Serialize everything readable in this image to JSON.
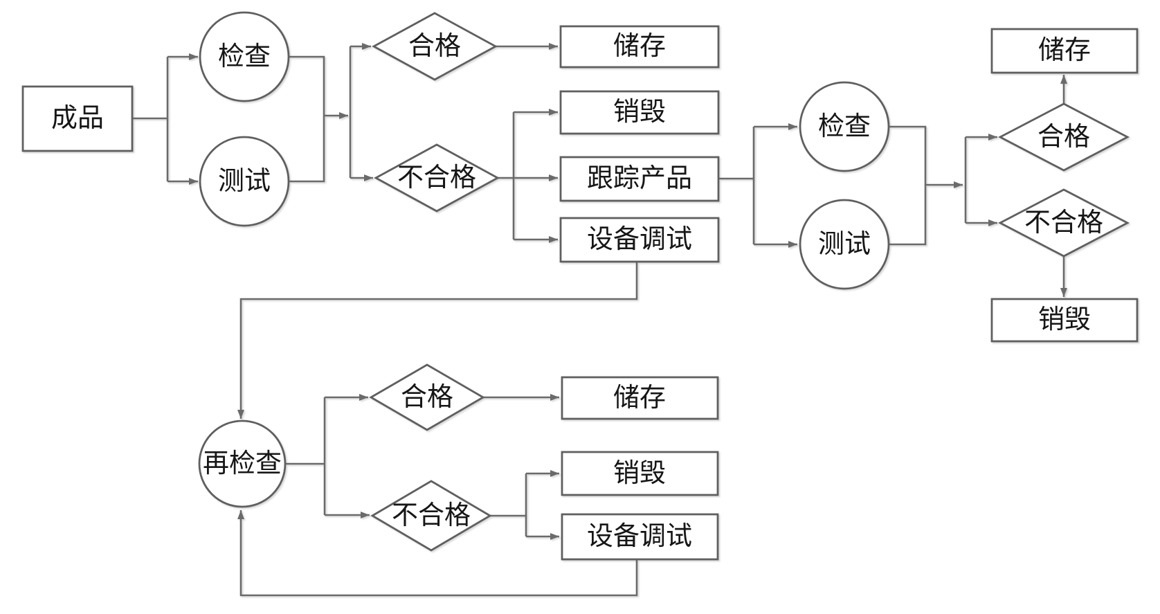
{
  "colors": {
    "background": "#ffffff",
    "line": "#6a6a6a",
    "shape_border": "#5f5f5f",
    "shape_fill": "#ffffff",
    "text": "#161616"
  },
  "nodes": {
    "start": {
      "label": "成品",
      "shape": "rectangle"
    },
    "inspect1": {
      "label": "检查",
      "shape": "circle"
    },
    "test1": {
      "label": "测试",
      "shape": "circle"
    },
    "pass1": {
      "label": "合格",
      "shape": "diamond"
    },
    "store1": {
      "label": "储存",
      "shape": "rectangle"
    },
    "fail1": {
      "label": "不合格",
      "shape": "diamond"
    },
    "destroy1": {
      "label": "销毁",
      "shape": "rectangle"
    },
    "track1": {
      "label": "跟踪产品",
      "shape": "rectangle"
    },
    "debug1": {
      "label": "设备调试",
      "shape": "rectangle"
    },
    "inspect2": {
      "label": "检查",
      "shape": "circle"
    },
    "test2": {
      "label": "测试",
      "shape": "circle"
    },
    "pass2": {
      "label": "合格",
      "shape": "diamond"
    },
    "store2": {
      "label": "储存",
      "shape": "rectangle"
    },
    "fail2": {
      "label": "不合格",
      "shape": "diamond"
    },
    "destroy2": {
      "label": "销毁",
      "shape": "rectangle"
    },
    "recheck": {
      "label": "再检查",
      "shape": "circle"
    },
    "pass3": {
      "label": "合格",
      "shape": "diamond"
    },
    "store3": {
      "label": "储存",
      "shape": "rectangle"
    },
    "fail3": {
      "label": "不合格",
      "shape": "diamond"
    },
    "destroy3": {
      "label": "销毁",
      "shape": "rectangle"
    },
    "debug2": {
      "label": "设备调试",
      "shape": "rectangle"
    }
  }
}
